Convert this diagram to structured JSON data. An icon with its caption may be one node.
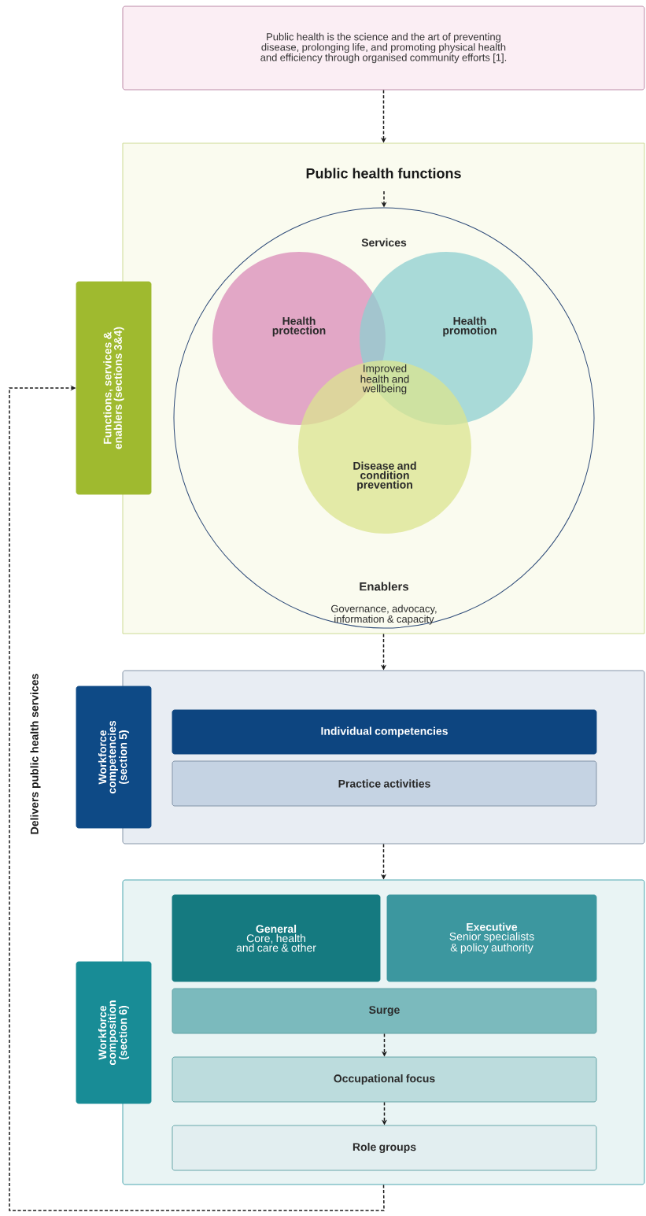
{
  "diagram": {
    "nodes": [
      {
        "text": [
          "Public health is the science and the art of preventing disease, prolonging life, and promoting physical health and efficiency through organised community efforts [1]."
        ]
      },
      {
        "text": [
          "Public health functions"
        ]
      },
      {
        "text": [
          "Services",
          "Enablers",
          "Governance, advocacy, information & capacity"
        ],
        "in": 1
      },
      {
        "text": [
          "Health protection"
        ],
        "in": 2
      },
      {
        "text": [
          "Health promotion"
        ],
        "in": 2
      },
      {
        "text": [
          "Disease and condition prevention"
        ],
        "in": 2
      },
      {
        "text": [
          "Functions, services & enablers (sections 3&4)"
        ]
      },
      {
        "text": [],
        "shape": "box"
      },
      {
        "text": [
          "Workforce competencies (section 5)"
        ]
      },
      {
        "text": [
          "Individual competencies"
        ],
        "in": 7
      },
      {
        "text": [
          "Practice activities"
        ],
        "in": 7
      },
      {
        "text": [],
        "shape": "box"
      },
      {
        "text": [
          "Workforce composition (section 6)"
        ]
      },
      {
        "text": [
          "General",
          "Core, health and care & other"
        ],
        "in": 11
      },
      {
        "text": [
          "Executive",
          "Senior specialists & policy authority"
        ],
        "in": 11
      },
      {
        "text": [
          "Surge"
        ],
        "in": 11
      },
      {
        "text": [
          "Occupational focus"
        ],
        "in": 11
      },
      {
        "text": [
          "Role groups"
        ],
        "in": 11
      }
    ],
    "edges": [
      {
        "from": 0,
        "to": 1,
        "arrow": "to",
        "style": "dashed"
      },
      {
        "from": null,
        "to": 2,
        "arrow": "to",
        "style": "dashed"
      },
      {
        "from": 1,
        "to": 7,
        "arrow": "to",
        "style": "dashed"
      },
      {
        "from": 7,
        "to": 11,
        "arrow": "to",
        "style": "dashed"
      },
      {
        "from": 15,
        "to": 16,
        "arrow": "to",
        "style": "dashed"
      },
      {
        "from": 16,
        "to": 17,
        "arrow": "to",
        "style": "dashed"
      },
      {
        "from": 11,
        "to": 6,
        "arrow": "to",
        "style": "dashed",
        "label": "Delivers public health services"
      }
    ],
    "labels": [
      "Improved health and wellbeing"
    ]
  }
}
